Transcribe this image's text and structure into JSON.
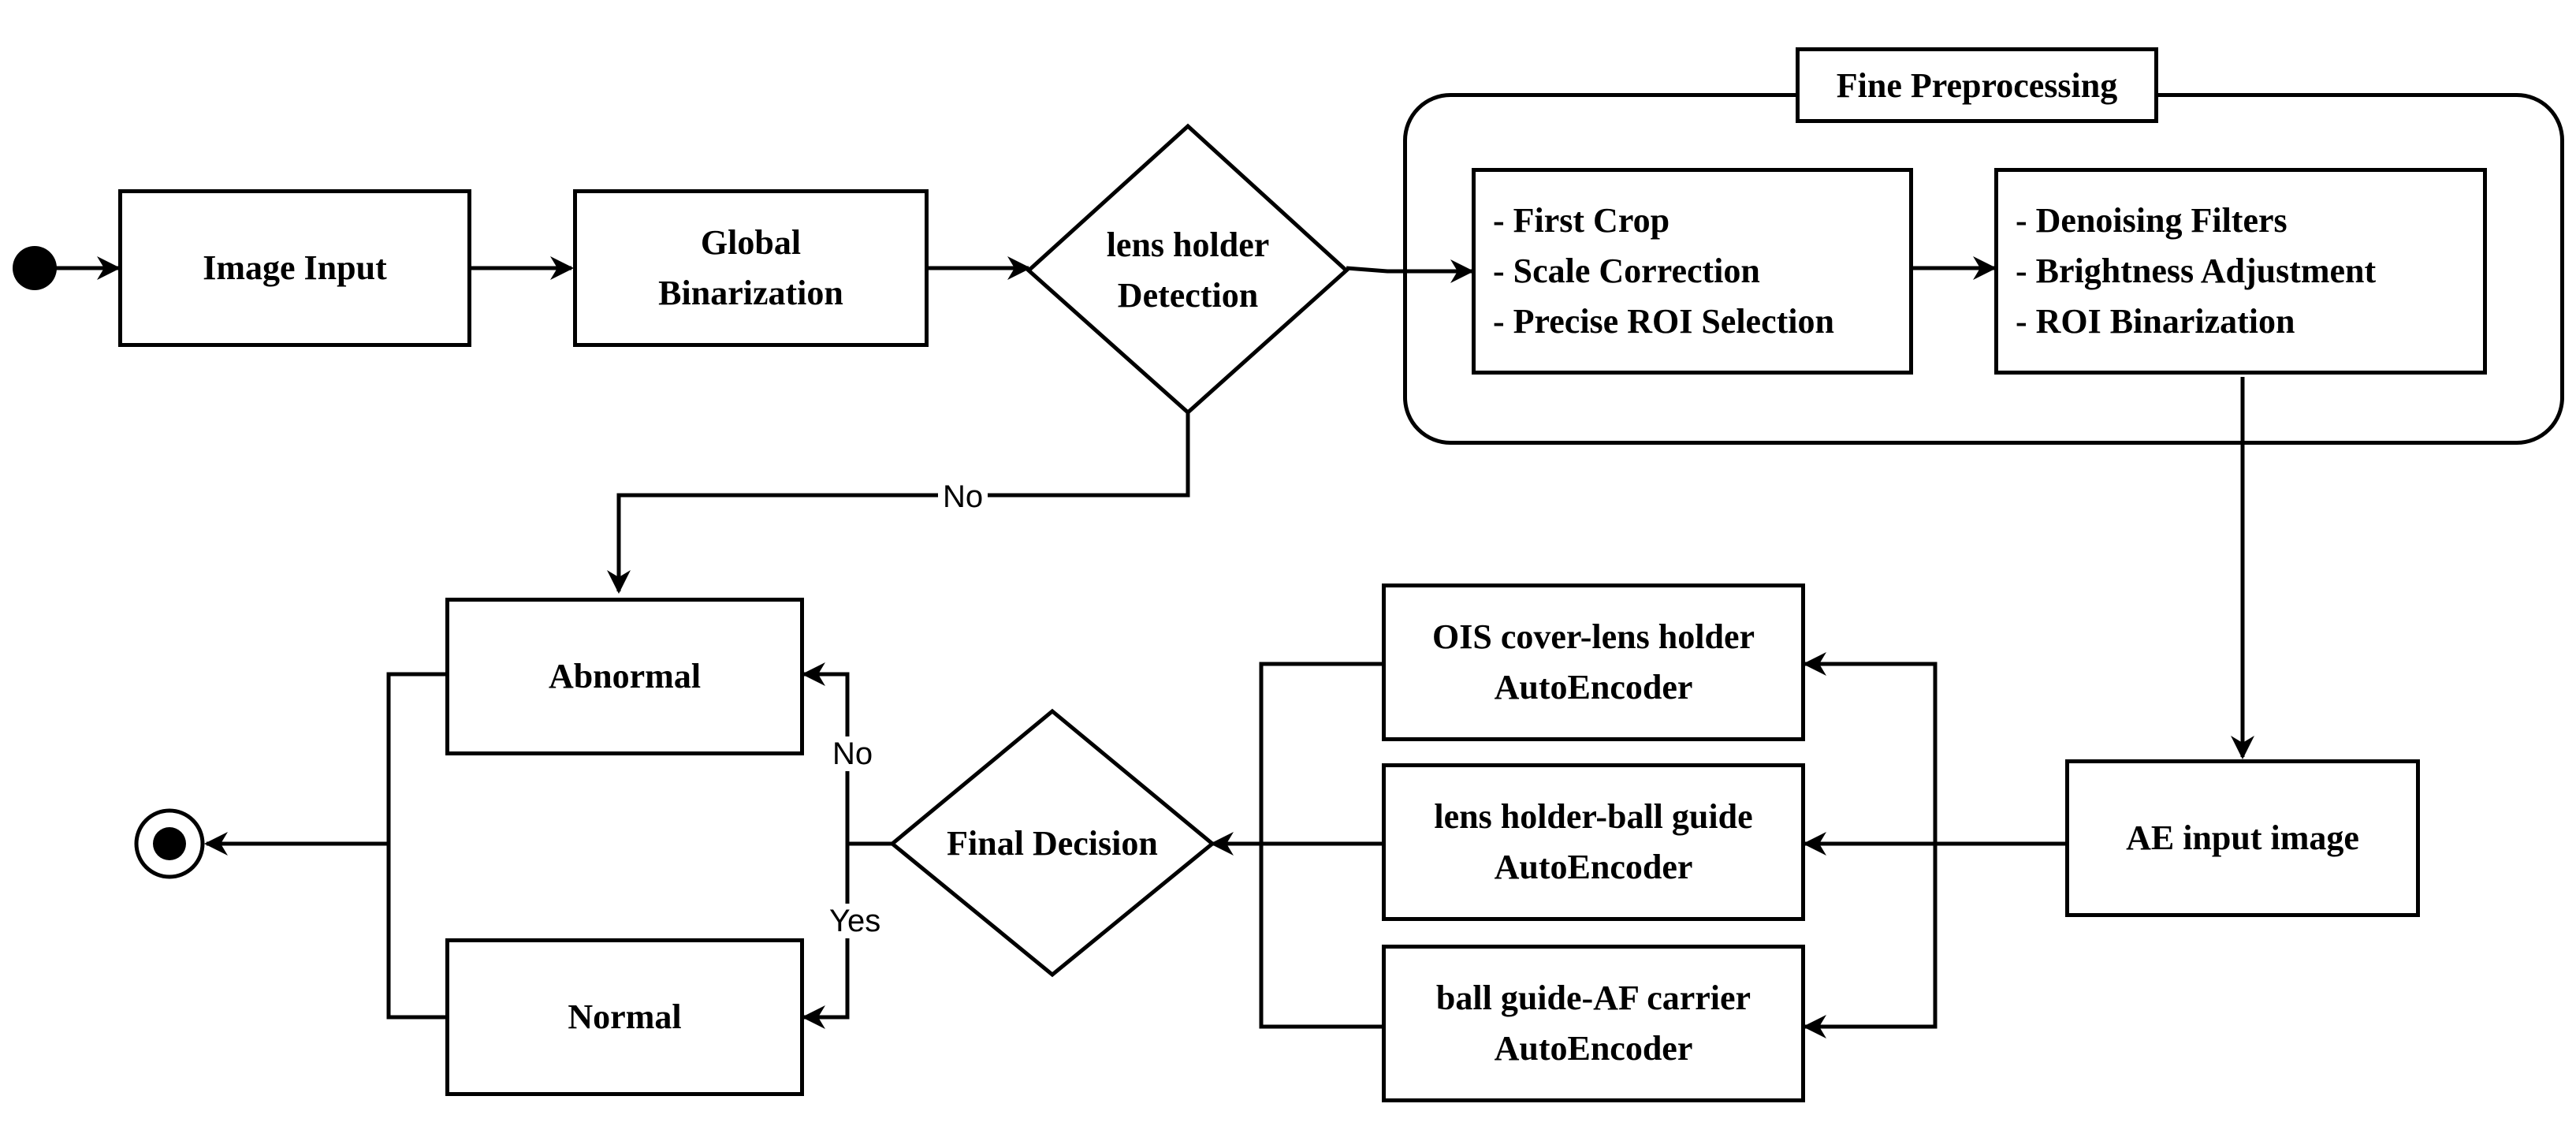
{
  "nodes": {
    "image_input": "Image Input",
    "global_binarization": [
      "Global",
      "Binarization"
    ],
    "lens_holder_detection": [
      "lens holder",
      "Detection"
    ],
    "fine_preprocessing_title": "Fine Preprocessing",
    "crop_steps": [
      "- First Crop",
      "- Scale Correction",
      "- Precise ROI Selection"
    ],
    "filter_steps": [
      "- Denoising Filters",
      "- Brightness Adjustment",
      "- ROI Binarization"
    ],
    "ae_input_image": "AE input image",
    "ae_ois": [
      "OIS cover-lens holder",
      "AutoEncoder"
    ],
    "ae_ball_guide": [
      "lens holder-ball guide",
      "AutoEncoder"
    ],
    "ae_af_carrier": [
      "ball guide-AF carrier",
      "AutoEncoder"
    ],
    "final_decision": "Final Decision",
    "abnormal": "Abnormal",
    "normal": "Normal"
  },
  "edge_labels": {
    "detection_no": "No",
    "decision_no": "No",
    "decision_yes": "Yes"
  }
}
